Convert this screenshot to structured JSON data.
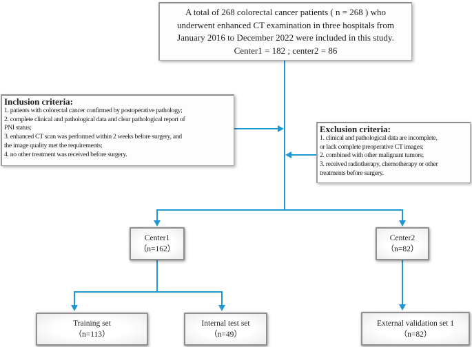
{
  "colors": {
    "arrow": "#1E97D4"
  },
  "top_box": {
    "text": "A total of 268 colorectal cancer patients ( n = 268 ) who\nunderwent enhanced CT examination in three hospitals from\nJanuary 2016 to December 2022 were included in this study.\nCenter1 = 182 ; center2 = 86"
  },
  "inclusion": {
    "title": "Inclusion criteria:",
    "items": [
      "1. patients with colorectal cancer confirmed by postoperative pathology;",
      "2. complete clinical and pathological data and clear pathological report of\nPNI status;",
      "3. enhanced CT scan was performed within 2 weeks before surgery, and\nthe image quality met the requirements;",
      "4. no other treatment was received before surgery."
    ]
  },
  "exclusion": {
    "title": "Exclusion criteria:",
    "items": [
      "1. clinical and pathological data are incomplete,\nor lack complete preoperative CT images;",
      "2. combined with other malignant tumors;",
      "3. received radiotherapy, chemotherapy or other\ntreatments before surgery."
    ]
  },
  "nodes": {
    "center1": {
      "label": "Center1",
      "count": "（n=162）"
    },
    "center2": {
      "label": "Center2",
      "count": "（n=82）"
    },
    "training": {
      "label": "Training set",
      "count": "（n=113）"
    },
    "internal_test": {
      "label": "Internal test set",
      "count": "（n=49）"
    },
    "external_validation": {
      "label": "External validation set 1",
      "count": "（n=82）"
    }
  }
}
